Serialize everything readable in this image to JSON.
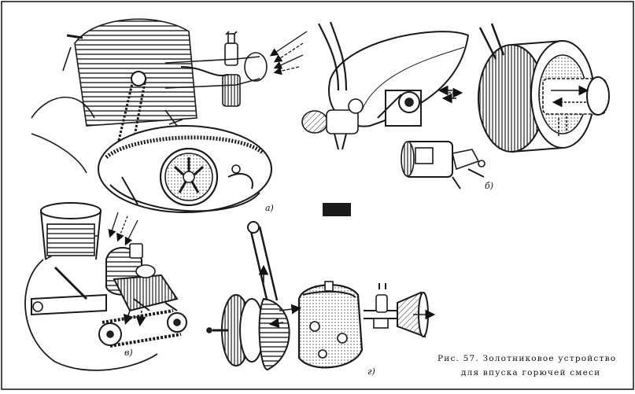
{
  "figure": {
    "caption_line1": "Рис.  57.  Золотниковое  устройство",
    "caption_line2": "для  впуска  горючей  смеси"
  },
  "panels": [
    {
      "id": "a",
      "label": "а)"
    },
    {
      "id": "b",
      "label": "б)"
    },
    {
      "id": "v",
      "label": "в)"
    },
    {
      "id": "g",
      "label": "г)"
    }
  ],
  "colors": {
    "ink": "#1a1a1a",
    "paper": "#ffffff",
    "badge": "#1b1b1b"
  }
}
